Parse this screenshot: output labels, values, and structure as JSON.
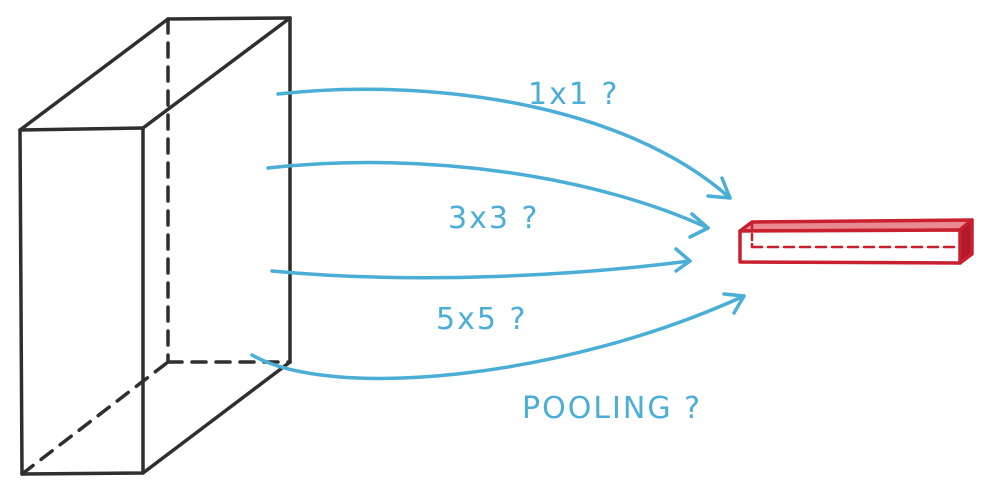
{
  "labels": {
    "conv1x1": "1x1 ?",
    "conv3x3": "3x3 ?",
    "conv5x5": "5x5 ?",
    "pooling": "POOLING ?"
  },
  "colors": {
    "input_block": "#2f2f2f",
    "arrows": "#4aaed6",
    "output_block": "#c8202f",
    "output_block_fill": "#ffffff"
  }
}
